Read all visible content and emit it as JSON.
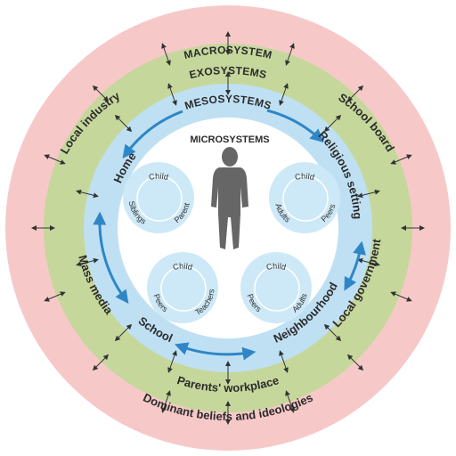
{
  "colors": {
    "macro": "#f6c9c8",
    "exo": "#c6d79c",
    "meso": "#bfe0f3",
    "meso_arrow": "#2f86c6",
    "micro": "#ffffff",
    "bubble": "#cde9f7",
    "figure": "#666666"
  },
  "macrosystem": {
    "title": "MACROSYSTEM",
    "bottom": "Dominant beliefs and ideologies"
  },
  "exosystems": {
    "title": "EXOSYSTEMS",
    "left_top": "Local industry",
    "left_bottom": "Mass media",
    "right_top": "School board",
    "right_bottom": "Local government",
    "bottom": "Parents' workplace"
  },
  "mesosystems": {
    "title": "MESOSYSTEMS",
    "home": "Home",
    "religious": "Religious setting",
    "school": "School",
    "neighbourhood": "Neighbourhood"
  },
  "microsystems": {
    "title": "MICROSYSTEMS",
    "home": {
      "top": "Child",
      "left": "Siblings",
      "right": "Parent"
    },
    "religious": {
      "top": "Child",
      "left": "Adults",
      "right": "Peers"
    },
    "school": {
      "top": "Child",
      "left": "Peers",
      "right": "Teachers"
    },
    "neighbourhood": {
      "top": "Child",
      "left": "Peers",
      "right": "Adults"
    }
  },
  "figure_icon": "child-figure-icon"
}
